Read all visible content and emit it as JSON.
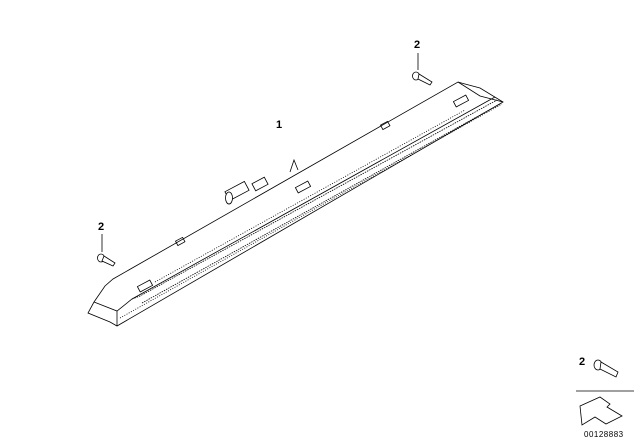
{
  "callouts": {
    "part_1": "1",
    "part_2_top": "2",
    "part_2_left": "2",
    "legend_part": "2"
  },
  "diagram_code": "00128883"
}
